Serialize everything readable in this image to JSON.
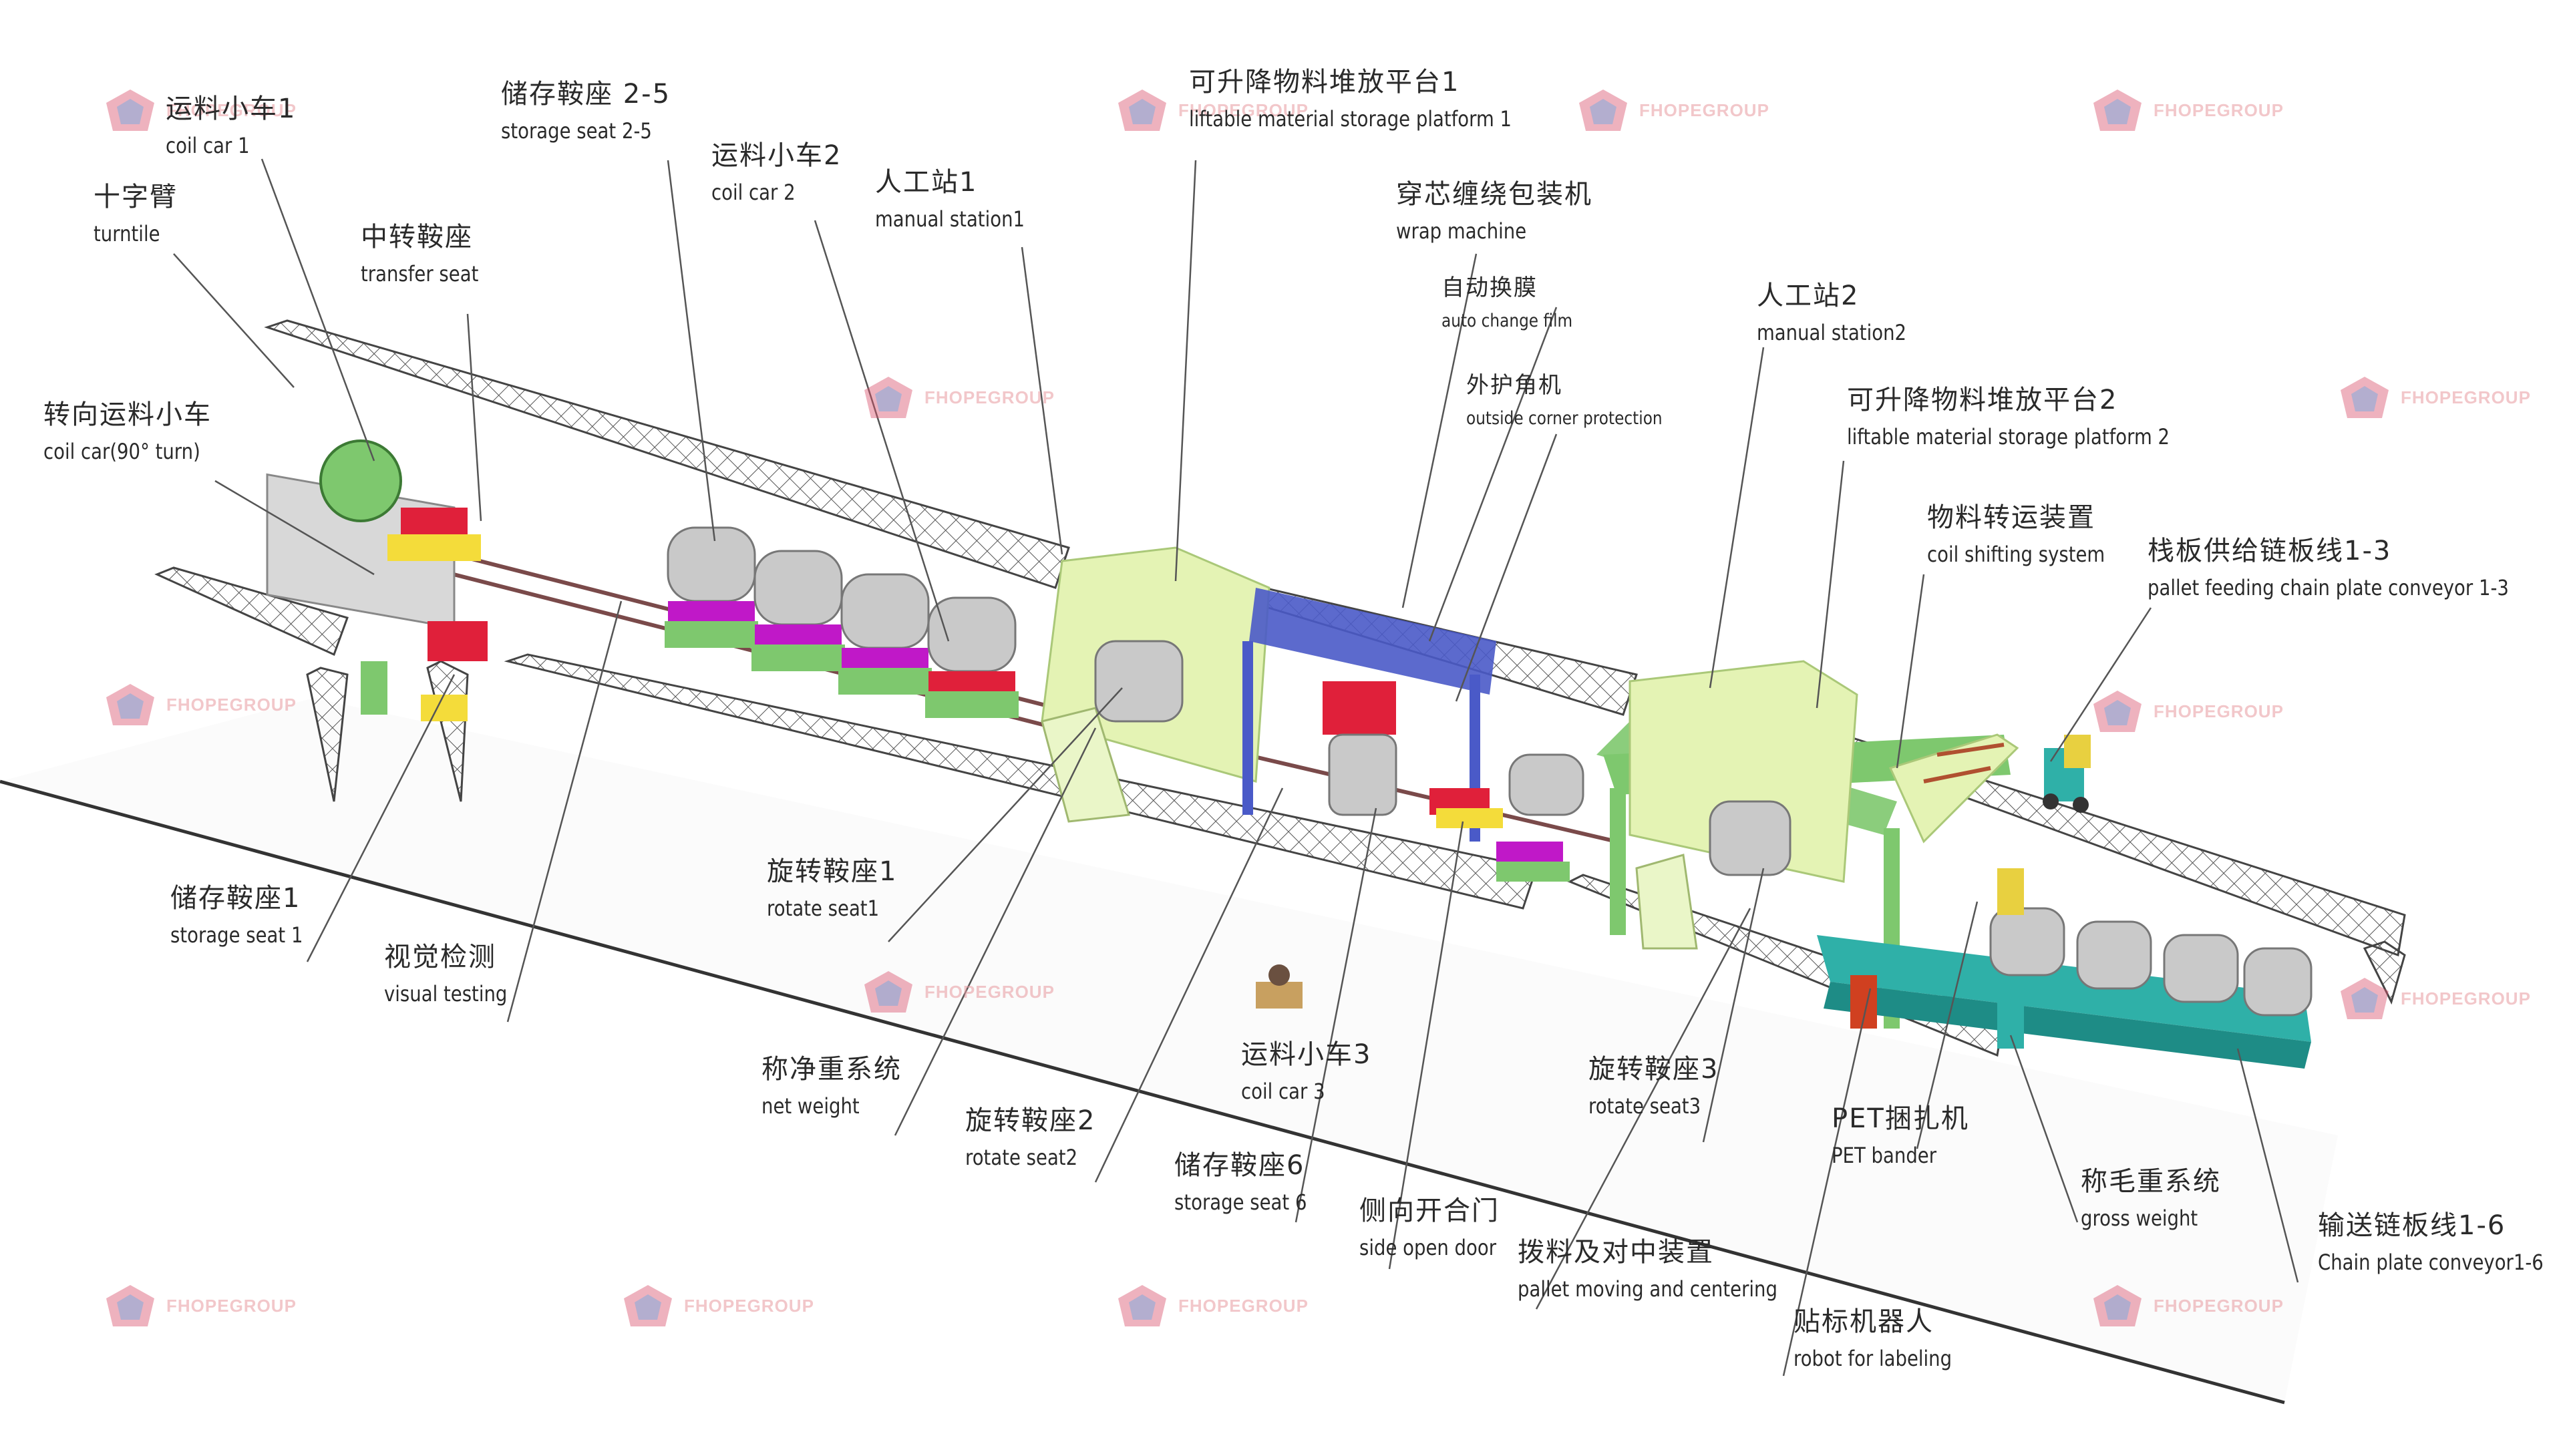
{
  "brand": {
    "watermark_text": "FHOPEGROUP",
    "colors": {
      "fence": "#444444",
      "floor_line": "#333333",
      "machine_frame": "#7ec86e",
      "platform": "#e4f3b4",
      "seat": "#9c9c9c",
      "seat_base": "#c018c8",
      "red_car": "#e0203a",
      "yellow_car": "#f4dc3a",
      "blue_machine": "#4a5ac8",
      "teal_conveyor": "#2fb0a8",
      "leader_line": "#555555"
    }
  },
  "labels": {
    "coil_car_1": {
      "zh": "运料小车1",
      "en": "coil car 1"
    },
    "turntile": {
      "zh": "十字臂",
      "en": "turntile"
    },
    "transfer_seat": {
      "zh": "中转鞍座",
      "en": "transfer seat"
    },
    "coil_car_turn": {
      "zh": "转向运料小车",
      "en": "coil car(90° turn)"
    },
    "storage_seat_2_5": {
      "zh": "储存鞍座 2-5",
      "en": "storage seat 2-5"
    },
    "coil_car_2": {
      "zh": "运料小车2",
      "en": "coil car 2"
    },
    "manual_station_1": {
      "zh": "人工站1",
      "en": "manual station1"
    },
    "liftable_platform_1": {
      "zh": "可升降物料堆放平台1",
      "en": "liftable material storage platform 1"
    },
    "wrap_machine": {
      "zh": "穿芯缠绕包装机",
      "en": "wrap machine"
    },
    "auto_change_film": {
      "zh": "自动换膜",
      "en": "auto change film"
    },
    "outside_corner_protection": {
      "zh": "外护角机",
      "en": "outside corner protection"
    },
    "manual_station_2": {
      "zh": "人工站2",
      "en": "manual station2"
    },
    "liftable_platform_2": {
      "zh": "可升降物料堆放平台2",
      "en": "liftable material storage platform 2"
    },
    "coil_shifting_system": {
      "zh": "物料转运装置",
      "en": "coil shifting system"
    },
    "pallet_feeding_conveyor": {
      "zh": "栈板供给链板线1-3",
      "en": "pallet feeding chain plate conveyor 1-3"
    },
    "storage_seat_1": {
      "zh": "储存鞍座1",
      "en": "storage seat 1"
    },
    "visual_testing": {
      "zh": "视觉检测",
      "en": "visual testing"
    },
    "rotate_seat_1": {
      "zh": "旋转鞍座1",
      "en": "rotate seat1"
    },
    "net_weight": {
      "zh": "称净重系统",
      "en": "net weight"
    },
    "rotate_seat_2": {
      "zh": "旋转鞍座2",
      "en": "rotate seat2"
    },
    "coil_car_3": {
      "zh": "运料小车3",
      "en": "coil car 3"
    },
    "storage_seat_6": {
      "zh": "储存鞍座6",
      "en": "storage seat 6"
    },
    "side_open_door": {
      "zh": "侧向开合门",
      "en": "side open door"
    },
    "rotate_seat_3": {
      "zh": "旋转鞍座3",
      "en": "rotate seat3"
    },
    "pallet_moving_centering": {
      "zh": "拨料及对中装置",
      "en": "pallet moving and centering"
    },
    "pet_bander": {
      "zh": "PET捆扎机",
      "en": "PET bander"
    },
    "robot_labeling": {
      "zh": "贴标机器人",
      "en": "robot for labeling"
    },
    "gross_weight": {
      "zh": "称毛重系统",
      "en": "gross weight"
    },
    "chain_plate_conveyor": {
      "zh": "输送链板线1-6",
      "en": "Chain plate conveyor1-6"
    }
  }
}
